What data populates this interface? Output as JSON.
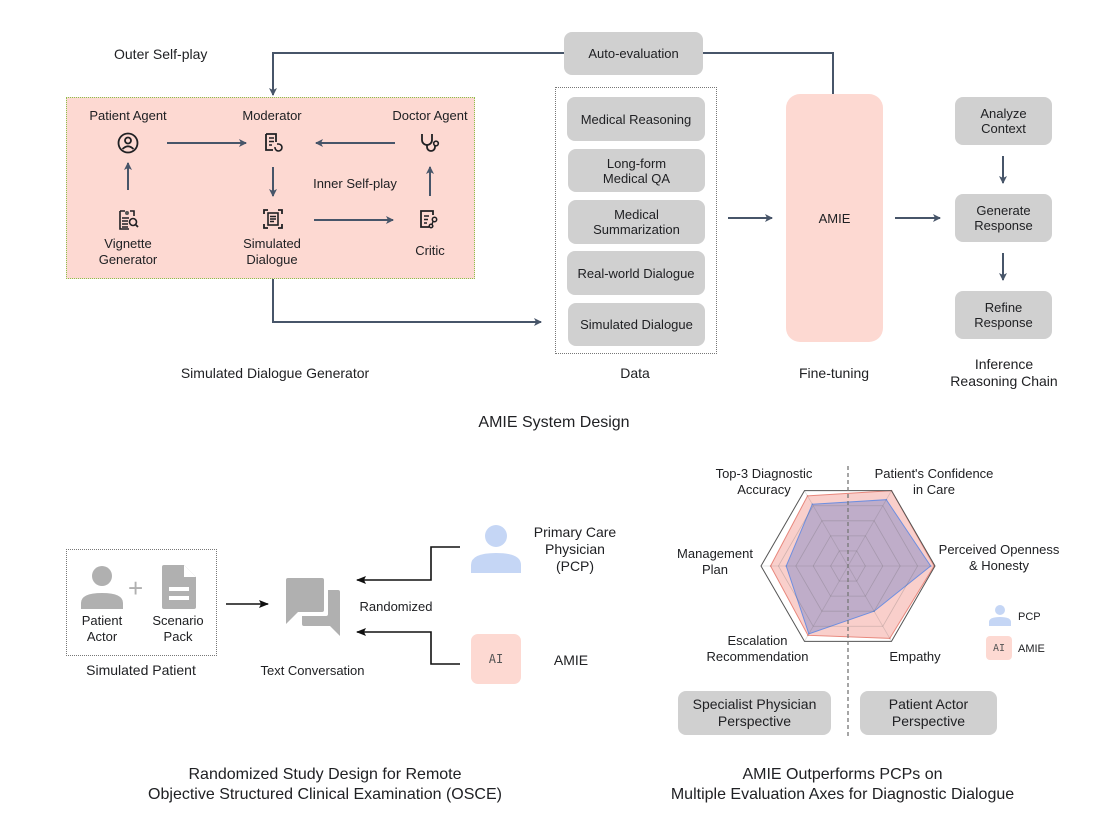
{
  "system_design": {
    "title": "AMIE System Design",
    "outer_self_play": "Outer Self-play",
    "auto_evaluation": "Auto-evaluation",
    "simulated_dialogue_generator": {
      "caption": "Simulated Dialogue Generator",
      "inner_self_play": "Inner Self-play",
      "nodes": {
        "patient_agent": "Patient Agent",
        "moderator": "Moderator",
        "doctor_agent": "Doctor Agent",
        "vignette_generator": "Vignette\nGenerator",
        "simulated_dialogue": "Simulated\nDialogue",
        "critic": "Critic"
      }
    },
    "data": {
      "caption": "Data",
      "items": [
        "Medical Reasoning",
        "Long-form\nMedical QA",
        "Medical\nSummarization",
        "Real-world Dialogue",
        "Simulated Dialogue"
      ]
    },
    "fine_tuning": {
      "caption": "Fine-tuning",
      "model": "AMIE"
    },
    "inference": {
      "caption": "Inference\nReasoning Chain",
      "steps": [
        "Analyze\nContext",
        "Generate\nResponse",
        "Refine\nResponse"
      ]
    }
  },
  "study_design": {
    "title": "Randomized Study Design for Remote\nObjective Structured Clinical Examination (OSCE)",
    "simulated_patient": "Simulated Patient",
    "patient_actor": "Patient\nActor",
    "scenario_pack": "Scenario\nPack",
    "plus": "+",
    "text_conversation": "Text Conversation",
    "randomized": "Randomized",
    "pcp": "Primary Care\nPhysician\n(PCP)",
    "amie": "AMIE",
    "ai_badge": "AI"
  },
  "results": {
    "title": "AMIE Outperforms PCPs on\nMultiple Evaluation Axes for Diagnostic Dialogue",
    "specialist_perspective": "Specialist Physician\nPerspective",
    "patient_perspective": "Patient Actor\nPerspective",
    "legend": {
      "pcp": "PCP",
      "amie": "AMIE",
      "ai_badge": "AI"
    }
  },
  "chart_data": {
    "type": "radar",
    "title": "AMIE Outperforms PCPs on Multiple Evaluation Axes for Diagnostic Dialogue",
    "axes": [
      "Top-3 Diagnostic\nAccuracy",
      "Patient's Confidence\nin Care",
      "Perceived Openness\n& Honesty",
      "Empathy",
      "Escalation\nRecommendation",
      "Management\nPlan"
    ],
    "range": [
      0,
      1
    ],
    "grid_levels": 5,
    "legend_position": "right",
    "series": [
      {
        "name": "AMIE",
        "color": "#f4a8a0",
        "values": [
          0.93,
          1.0,
          0.99,
          0.96,
          0.92,
          0.89
        ]
      },
      {
        "name": "PCP",
        "color": "#7b8fd6",
        "values": [
          0.82,
          0.88,
          0.95,
          0.6,
          0.9,
          0.71
        ]
      }
    ]
  },
  "colors": {
    "pink": "#fdd9d2",
    "gray_box": "#d0d0d0",
    "arrow": "#475569",
    "pcp_blue": "#c5d6f5",
    "dotted_green": "#8bc34a"
  }
}
